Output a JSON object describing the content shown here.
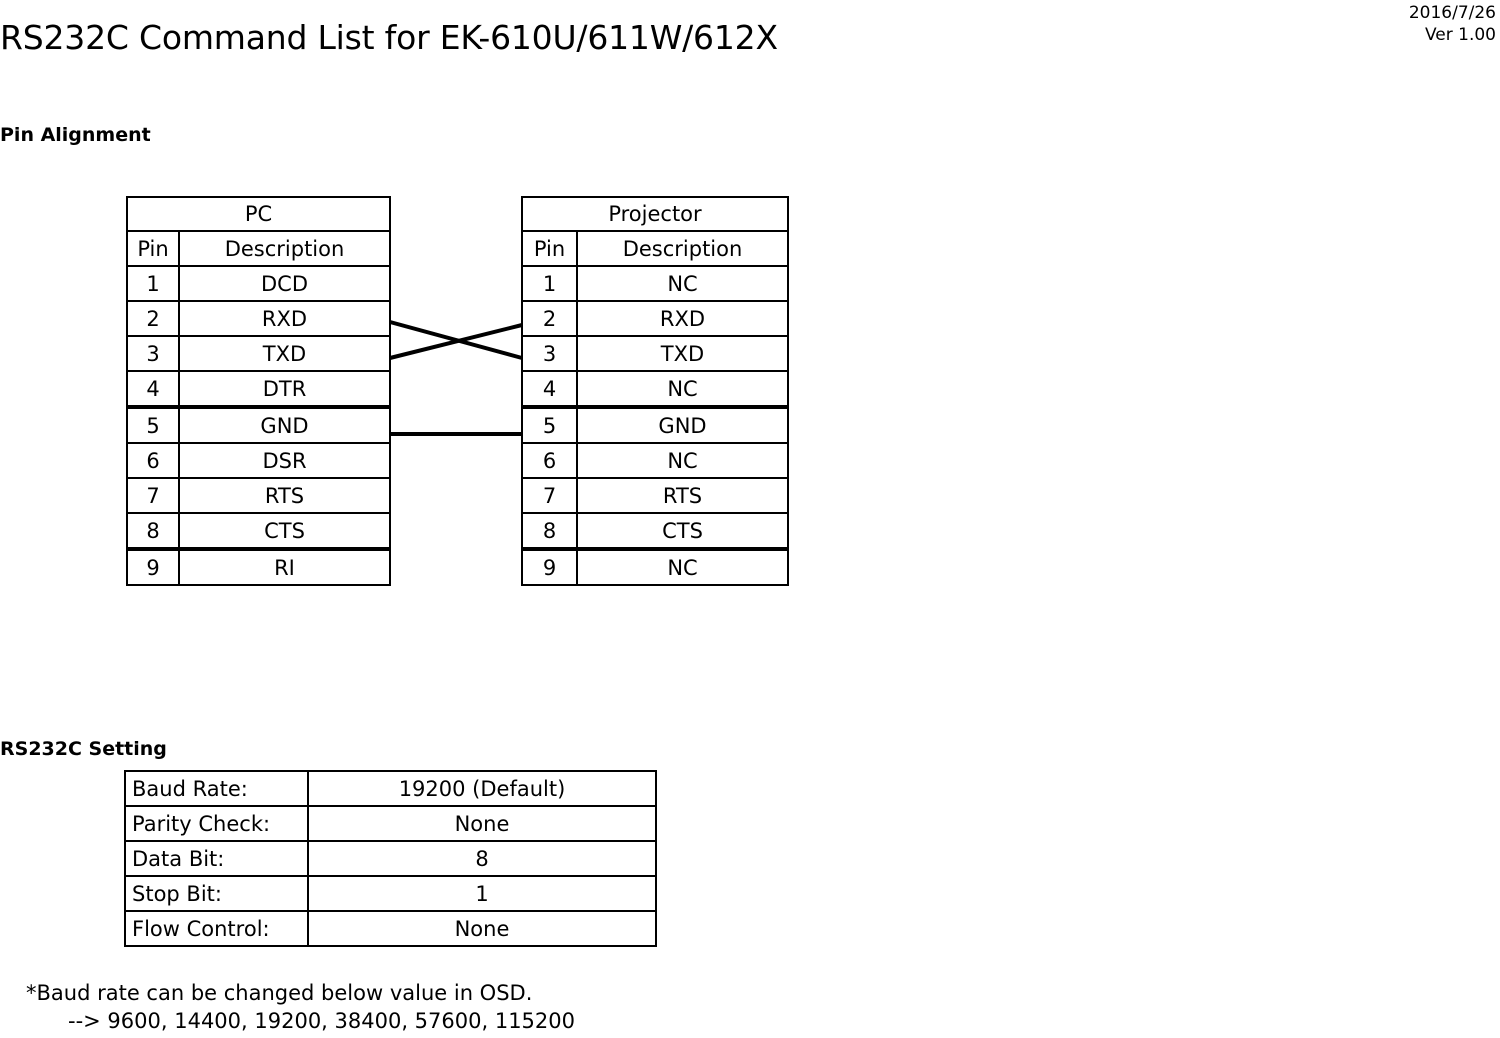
{
  "document": {
    "title": "RS232C Command List for EK-610U/611W/612X",
    "date": "2016/7/26",
    "version": "Ver 1.00"
  },
  "sections": {
    "pin_alignment_heading": "Pin Alignment",
    "rs232c_setting_heading": "RS232C Setting"
  },
  "pin_alignment": {
    "pc_table": {
      "title": "PC",
      "columns": [
        "Pin",
        "Description"
      ],
      "rows": [
        {
          "pin": "1",
          "description": "DCD"
        },
        {
          "pin": "2",
          "description": "RXD"
        },
        {
          "pin": "3",
          "description": "TXD"
        },
        {
          "pin": "4",
          "description": "DTR"
        },
        {
          "pin": "5",
          "description": "GND"
        },
        {
          "pin": "6",
          "description": "DSR"
        },
        {
          "pin": "7",
          "description": "RTS"
        },
        {
          "pin": "8",
          "description": "CTS"
        },
        {
          "pin": "9",
          "description": "RI"
        }
      ]
    },
    "projector_table": {
      "title": "Projector",
      "columns": [
        "Pin",
        "Description"
      ],
      "rows": [
        {
          "pin": "1",
          "description": "NC"
        },
        {
          "pin": "2",
          "description": "RXD"
        },
        {
          "pin": "3",
          "description": "TXD"
        },
        {
          "pin": "4",
          "description": "NC"
        },
        {
          "pin": "5",
          "description": "GND"
        },
        {
          "pin": "6",
          "description": "NC"
        },
        {
          "pin": "7",
          "description": "RTS"
        },
        {
          "pin": "8",
          "description": "CTS"
        },
        {
          "pin": "9",
          "description": "NC"
        }
      ]
    },
    "connections": [
      {
        "from_pin": "2",
        "to_pin": "3",
        "style": "cross"
      },
      {
        "from_pin": "3",
        "to_pin": "2",
        "style": "cross"
      },
      {
        "from_pin": "5",
        "to_pin": "5",
        "style": "straight"
      }
    ]
  },
  "rs232c_setting": {
    "rows": [
      {
        "label": "Baud Rate:",
        "value": "19200 (Default)"
      },
      {
        "label": "Parity Check:",
        "value": "None"
      },
      {
        "label": "Data Bit:",
        "value": "8"
      },
      {
        "label": "Stop Bit:",
        "value": "1"
      },
      {
        "label": "Flow Control:",
        "value": "None"
      }
    ]
  },
  "footnote": {
    "line1": "*Baud rate can be changed below value in OSD.",
    "line2": "--> 9600, 14400, 19200, 38400, 57600, 115200"
  }
}
